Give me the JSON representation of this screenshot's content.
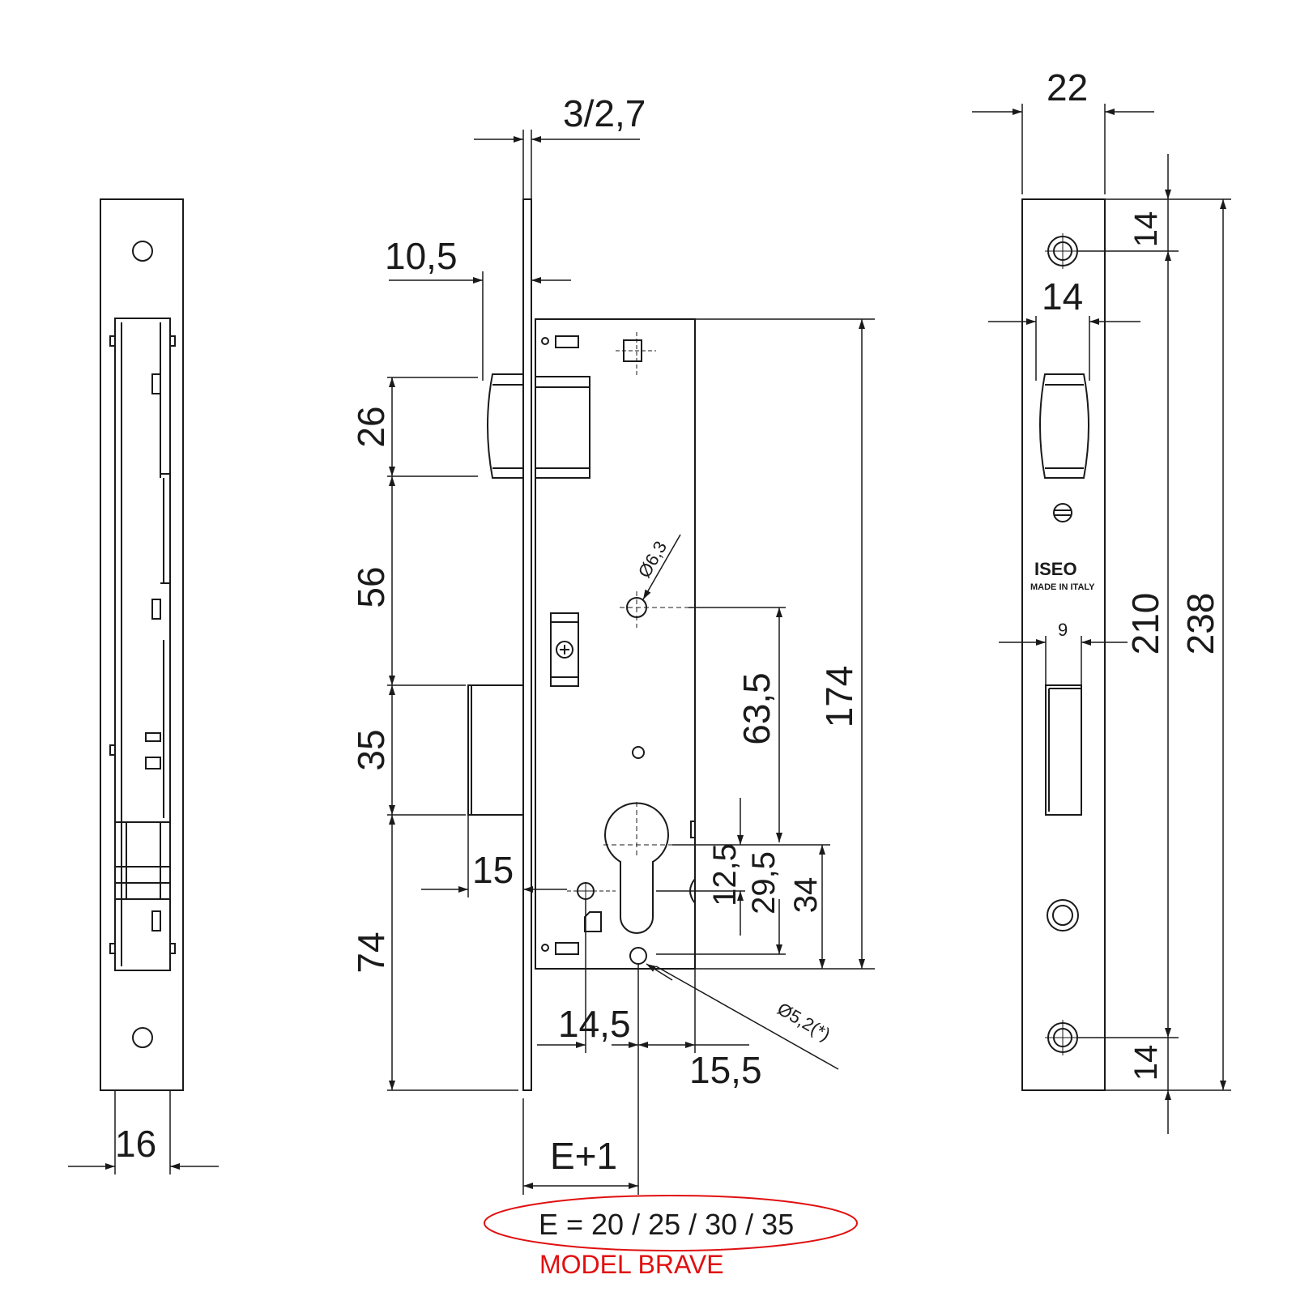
{
  "dimensions": {
    "faceplate_thickness": "3/2,7",
    "latch_projection": "10,5",
    "latch_height": "26",
    "latch_to_deadbolt": "56",
    "deadbolt_height": "35",
    "deadbolt_to_bottom": "74",
    "deadbolt_projection": "15",
    "handle_hole_diameter": "Ø6,3",
    "spindle_to_cylinder": "63,5",
    "case_height": "174",
    "cylinder_12_5": "12,5",
    "cylinder_29_5": "29,5",
    "cylinder_34": "34",
    "screw_hole_diameter": "Ø5,2(*)",
    "offset_14_5": "14,5",
    "offset_15_5": "15,5",
    "backset": "E+1",
    "side_width": "16",
    "front_width": "22",
    "front_top_screw": "14",
    "front_latch_width": "14",
    "front_deadbolt_width": "9",
    "front_screw_spacing": "210",
    "front_total_height": "238",
    "front_bottom_screw": "14"
  },
  "branding": {
    "logo": "ISEO",
    "made_in": "MADE IN ITALY"
  },
  "backset_options": "E = 20 / 25 / 30 / 35",
  "model_label": "MODEL BRAVE",
  "colors": {
    "line": "#1a1a1a",
    "highlight": "#e01010"
  }
}
